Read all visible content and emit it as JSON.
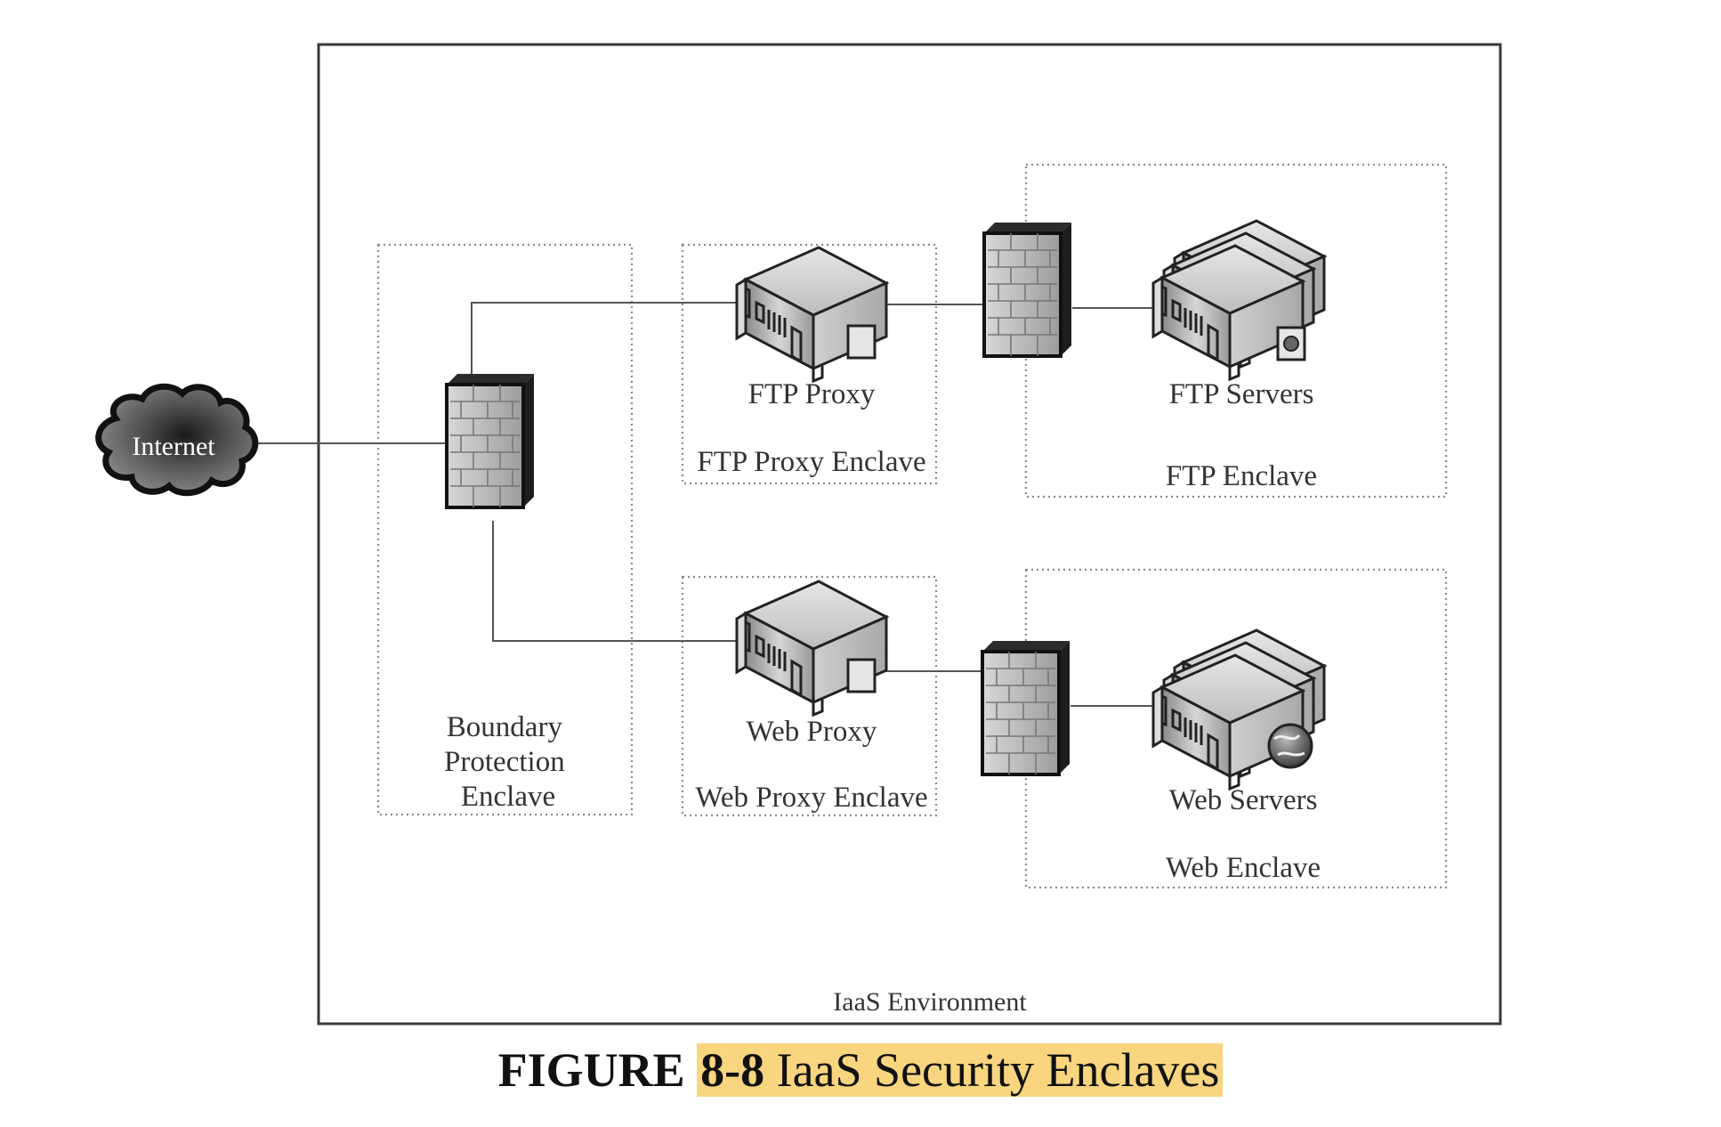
{
  "diagram": {
    "environment_label": "IaaS Environment",
    "internet_label": "Internet",
    "enclaves": {
      "boundary": "Boundary\nProtection\nEnclave",
      "ftp_proxy": "FTP Proxy Enclave",
      "web_proxy": "Web Proxy Enclave",
      "ftp": "FTP Enclave",
      "web": "Web Enclave"
    },
    "boundary_lines": [
      "Boundary",
      "Protection",
      "Enclave"
    ],
    "nodes": {
      "ftp_proxy": "FTP Proxy",
      "web_proxy": "Web Proxy",
      "ftp_servers": "FTP Servers",
      "web_servers": "Web Servers"
    },
    "icons": [
      "cloud-icon",
      "firewall-icon",
      "server-icon",
      "server-stack-icon",
      "globe-icon",
      "lock-icon"
    ]
  },
  "caption": {
    "prefix": "FIGURE",
    "number": "8-8",
    "title": "IaaS Security Enclaves",
    "highlight_color": "#f8d57e"
  }
}
